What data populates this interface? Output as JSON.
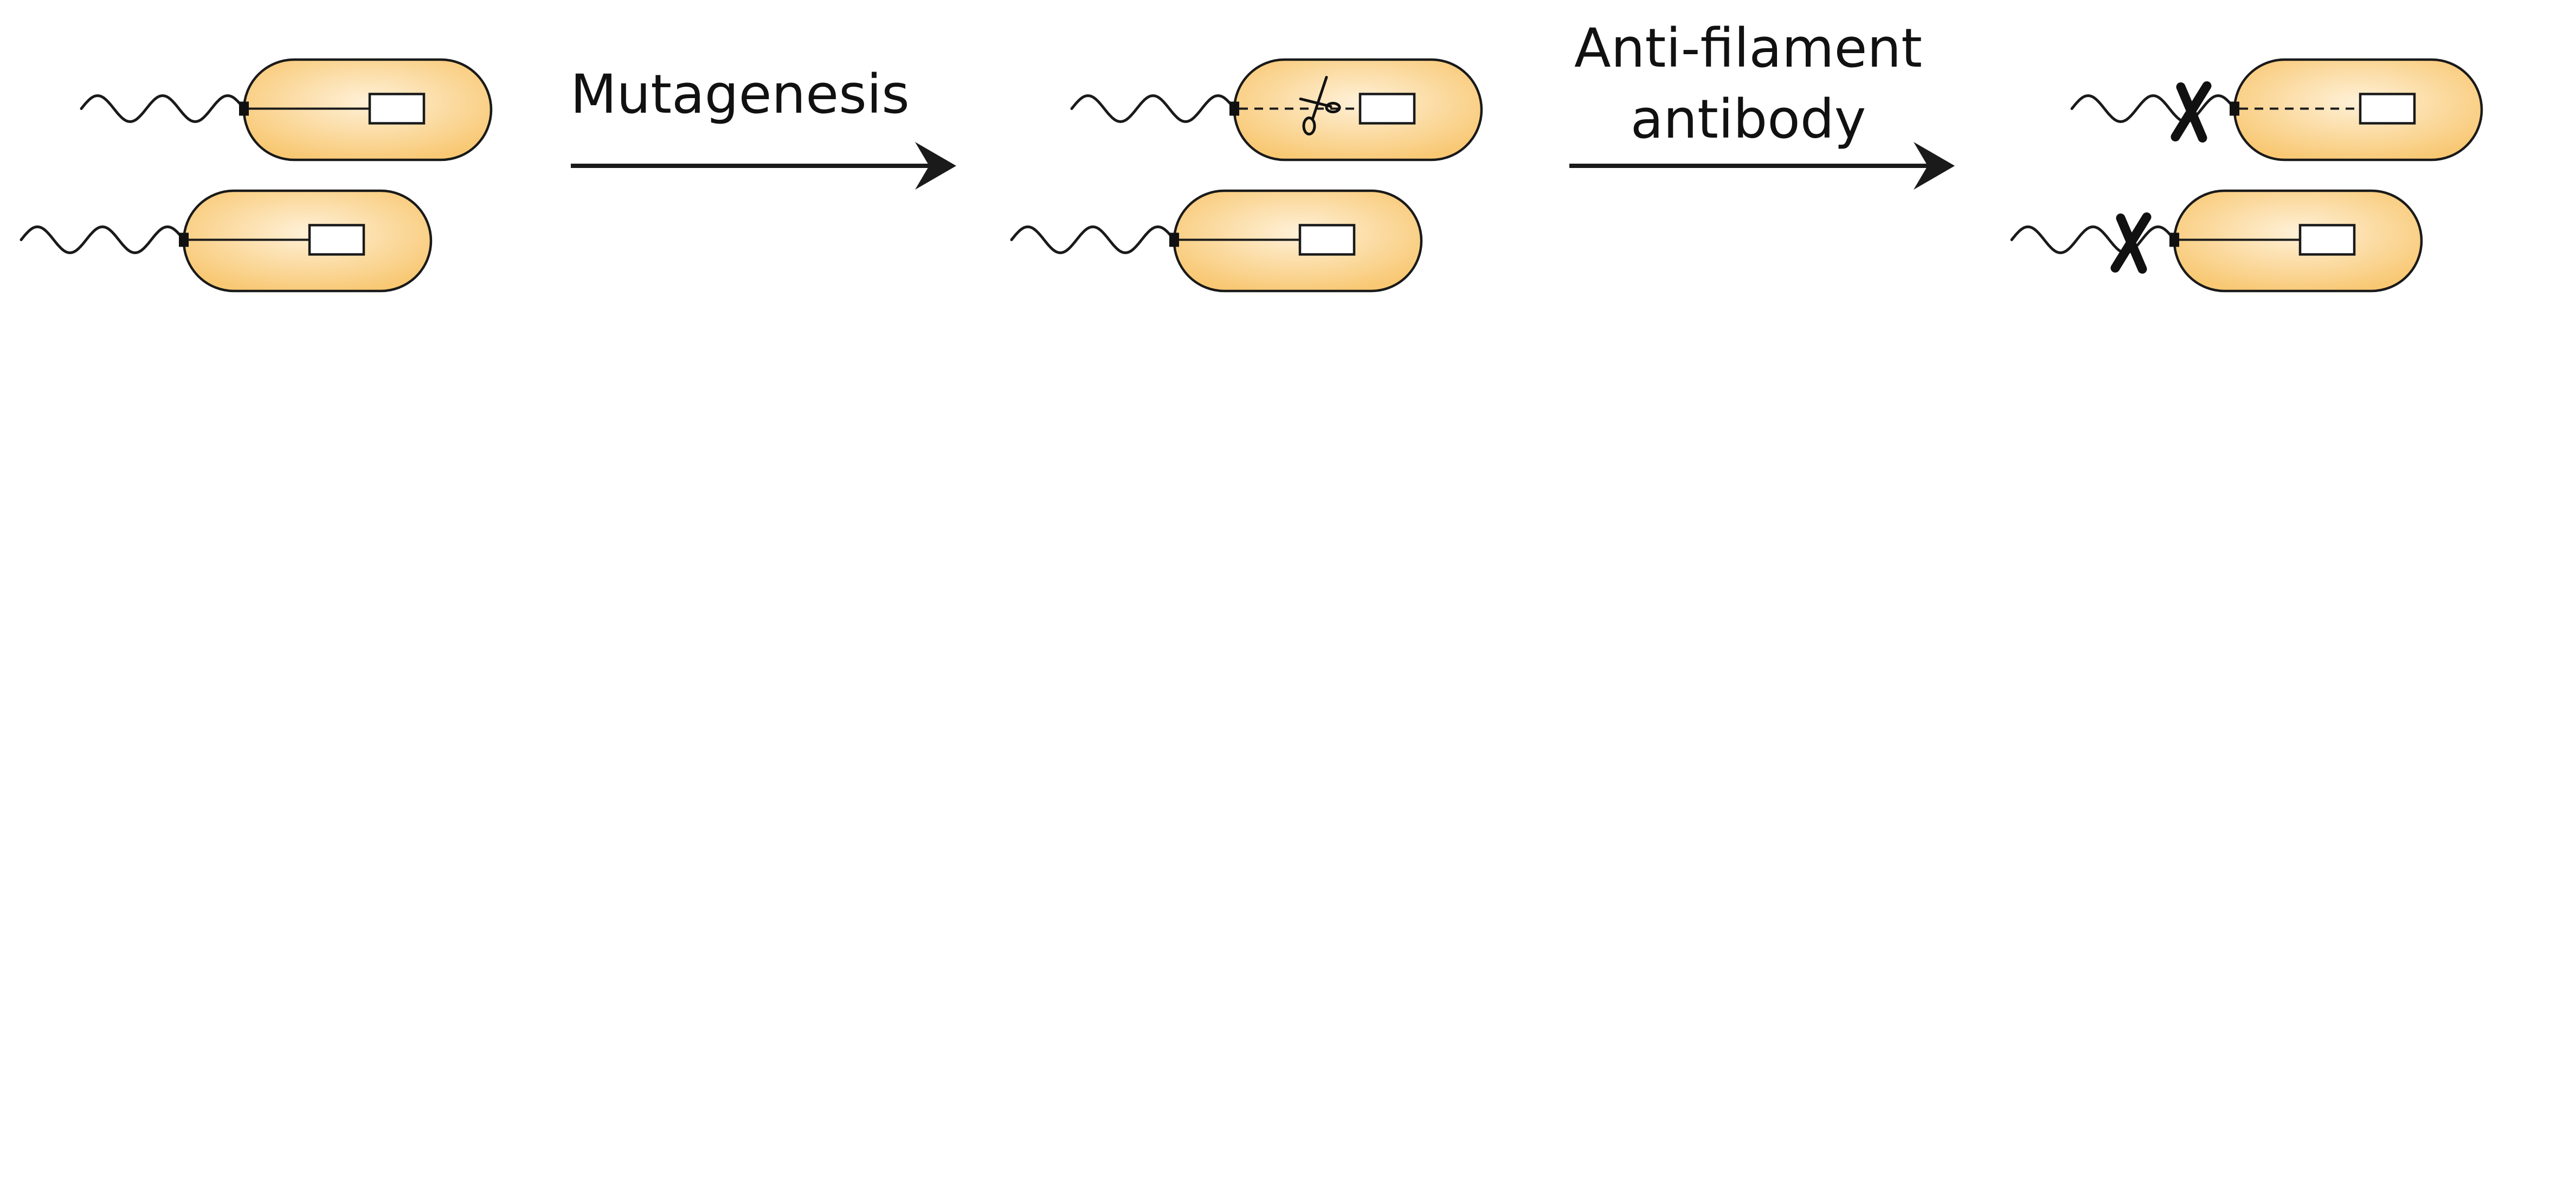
{
  "colors": {
    "cell_fill_center": "#fff1d8",
    "cell_fill_edge": "#f8c873",
    "outline": "#1a1a1a",
    "background": "#ffffff"
  },
  "steps": [
    {
      "label_lines": [
        "Mutagenesis"
      ]
    },
    {
      "label_lines": [
        "Anti-filament",
        "antibody"
      ]
    }
  ],
  "icons": {
    "mutation_marker": "scissors-icon",
    "antibody_block_marker": "x-mark-icon"
  },
  "panels": [
    {
      "cells": [
        {
          "gene_intact": true,
          "flagellum_blocked": false
        },
        {
          "gene_intact": true,
          "flagellum_blocked": false
        }
      ]
    },
    {
      "cells": [
        {
          "gene_intact": false,
          "mutation_site": true,
          "flagellum_blocked": false
        },
        {
          "gene_intact": true,
          "flagellum_blocked": false
        }
      ]
    },
    {
      "cells": [
        {
          "gene_intact": false,
          "flagellum_blocked": true
        },
        {
          "gene_intact": true,
          "flagellum_blocked": true
        }
      ]
    }
  ]
}
